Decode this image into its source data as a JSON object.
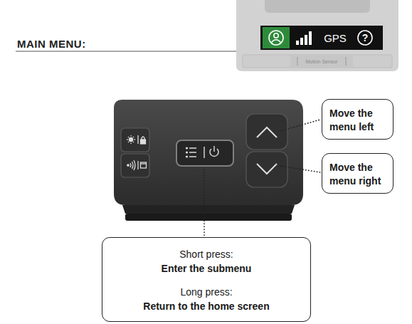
{
  "diagram": {
    "title": "MAIN MENU:",
    "nodes": [
      {
        "text": [
          "Move the menu left"
        ]
      },
      {
        "text": [
          "Move the menu right"
        ]
      },
      {
        "text": [
          "Short press:",
          "Enter the submenu",
          "Long press:",
          "Return to the home screen"
        ]
      }
    ],
    "labels": [
      "GPS",
      "?",
      "Motion Sensor"
    ]
  }
}
